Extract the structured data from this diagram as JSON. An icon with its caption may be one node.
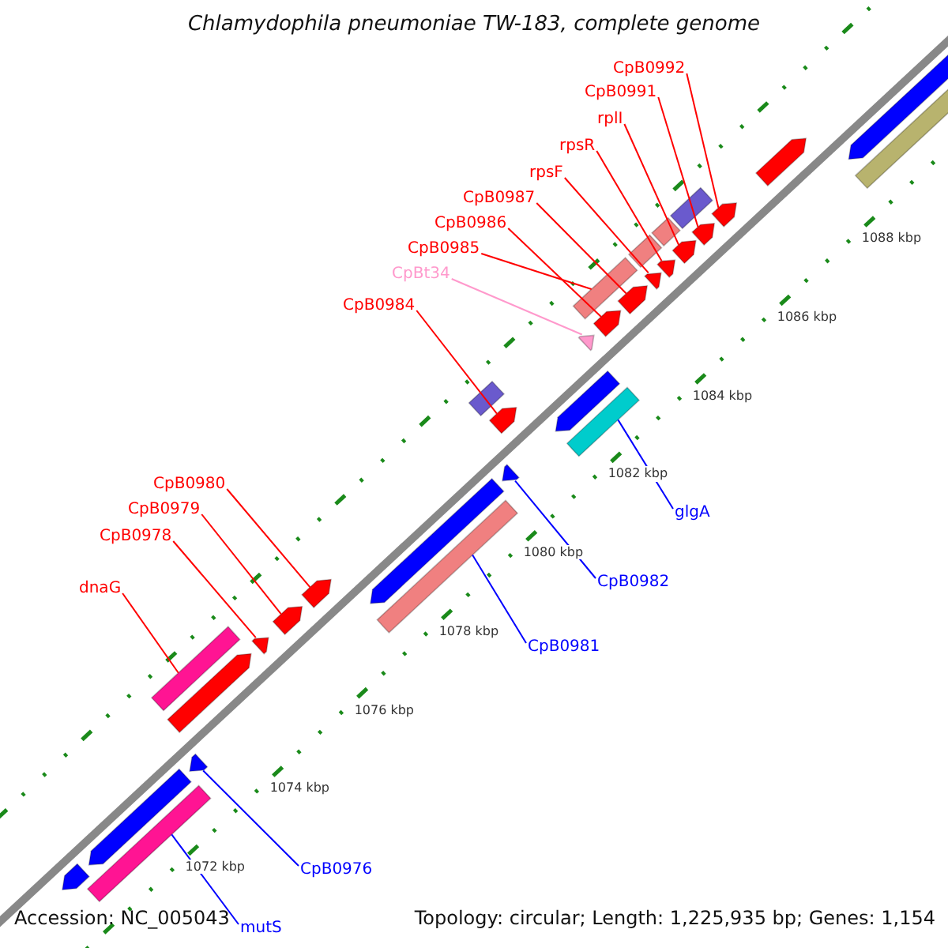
{
  "diagram": {
    "title": "Chlamydophila pneumoniae TW-183, complete genome",
    "nodes": [
      {
        "text": [
          "CpB0992"
        ]
      },
      {
        "text": [
          "CpB0991"
        ]
      },
      {
        "text": [
          "rplI"
        ]
      },
      {
        "text": [
          "rpsR"
        ]
      },
      {
        "text": [
          "rpsF"
        ]
      },
      {
        "text": [
          "CpB0987"
        ]
      },
      {
        "text": [
          "CpB0986"
        ]
      },
      {
        "text": [
          "CpB0985"
        ]
      },
      {
        "text": [
          "CpBt34"
        ]
      },
      {
        "text": [
          "CpB0984"
        ]
      },
      {
        "text": [
          "CpB0980"
        ]
      },
      {
        "text": [
          "CpB0979"
        ]
      },
      {
        "text": [
          "glgA"
        ]
      },
      {
        "text": [
          "CpB0978"
        ]
      },
      {
        "text": [
          "CpB0982"
        ]
      },
      {
        "text": [
          "dnaG"
        ]
      },
      {
        "text": [
          "CpB0981"
        ]
      },
      {
        "text": [
          "CpB0976"
        ]
      },
      {
        "text": [
          "mutS"
        ]
      },
      {
        "text": [],
        "shape": "arrow"
      },
      {
        "text": [],
        "shape": "arrow"
      },
      {
        "text": [],
        "shape": "arrow"
      },
      {
        "text": [],
        "shape": "arrow"
      },
      {
        "text": [],
        "shape": "arrow"
      },
      {
        "text": [],
        "shape": "arrow"
      },
      {
        "text": [],
        "shape": "arrow"
      },
      {
        "text": [],
        "shape": "bar"
      },
      {
        "text": [],
        "shape": "arrow"
      },
      {
        "text": [],
        "shape": "arrow"
      },
      {
        "text": [],
        "shape": "arrow"
      },
      {
        "text": [],
        "shape": "arrow"
      },
      {
        "text": [],
        "shape": "bar"
      },
      {
        "text": [],
        "shape": "arrow"
      },
      {
        "text": [],
        "shape": "arrow"
      },
      {
        "text": [],
        "shape": "bar"
      },
      {
        "text": [],
        "shape": "bar"
      },
      {
        "text": [],
        "shape": "arrow"
      },
      {
        "text": [],
        "shape": "bar"
      },
      {
        "text": [],
        "shape": "arrow"
      },
      {
        "text": [],
        "shape": "arrow"
      },
      {
        "text": [],
        "shape": "arrow"
      },
      {
        "text": [],
        "shape": "arrow"
      },
      {
        "text": [],
        "shape": "arrow"
      },
      {
        "text": [],
        "shape": "arrow"
      },
      {
        "text": [],
        "shape": "bar"
      },
      {
        "text": [],
        "shape": "arrow"
      },
      {
        "text": [],
        "shape": "bar"
      },
      {
        "text": [],
        "shape": "bar"
      },
      {
        "text": [],
        "shape": "bar"
      },
      {
        "text": [],
        "shape": "bar"
      }
    ],
    "edges": [
      {
        "from": 0,
        "to": 19,
        "arrow": "none"
      },
      {
        "from": 1,
        "to": 20,
        "arrow": "none"
      },
      {
        "from": 2,
        "to": 21,
        "arrow": "none"
      },
      {
        "from": 3,
        "to": 22,
        "arrow": "none"
      },
      {
        "from": 4,
        "to": 23,
        "arrow": "none"
      },
      {
        "from": 5,
        "to": 24,
        "arrow": "none"
      },
      {
        "from": 6,
        "to": 25,
        "arrow": "none"
      },
      {
        "from": 7,
        "to": 26,
        "arrow": "none"
      },
      {
        "from": 8,
        "to": 27,
        "arrow": "none",
        "color": "#ff99cc"
      },
      {
        "from": 9,
        "to": 28,
        "arrow": "none"
      },
      {
        "from": 10,
        "to": 29,
        "arrow": "none"
      },
      {
        "from": 11,
        "to": 30,
        "arrow": "none"
      },
      {
        "from": 12,
        "to": 31,
        "arrow": "none",
        "color": "#0000ff"
      },
      {
        "from": 13,
        "to": 32,
        "arrow": "none"
      },
      {
        "from": 14,
        "to": 33,
        "arrow": "none",
        "color": "#0000ff"
      },
      {
        "from": 15,
        "to": 34,
        "arrow": "none"
      },
      {
        "from": 16,
        "to": 35,
        "arrow": "none",
        "color": "#0000ff"
      },
      {
        "from": 17,
        "to": 36,
        "arrow": "none",
        "color": "#0000ff"
      },
      {
        "from": 18,
        "to": 37,
        "arrow": "none",
        "color": "#0000ff"
      }
    ],
    "labels": [
      "1088 kbp",
      "1086 kbp",
      "1084 kbp",
      "1082 kbp",
      "1080 kbp",
      "1078 kbp",
      "1076 kbp",
      "1074 kbp",
      "1072 kbp",
      "Accession: NC_005043",
      "Topology: circular; Length: 1,225,935 bp; Genes: 1,154"
    ]
  }
}
